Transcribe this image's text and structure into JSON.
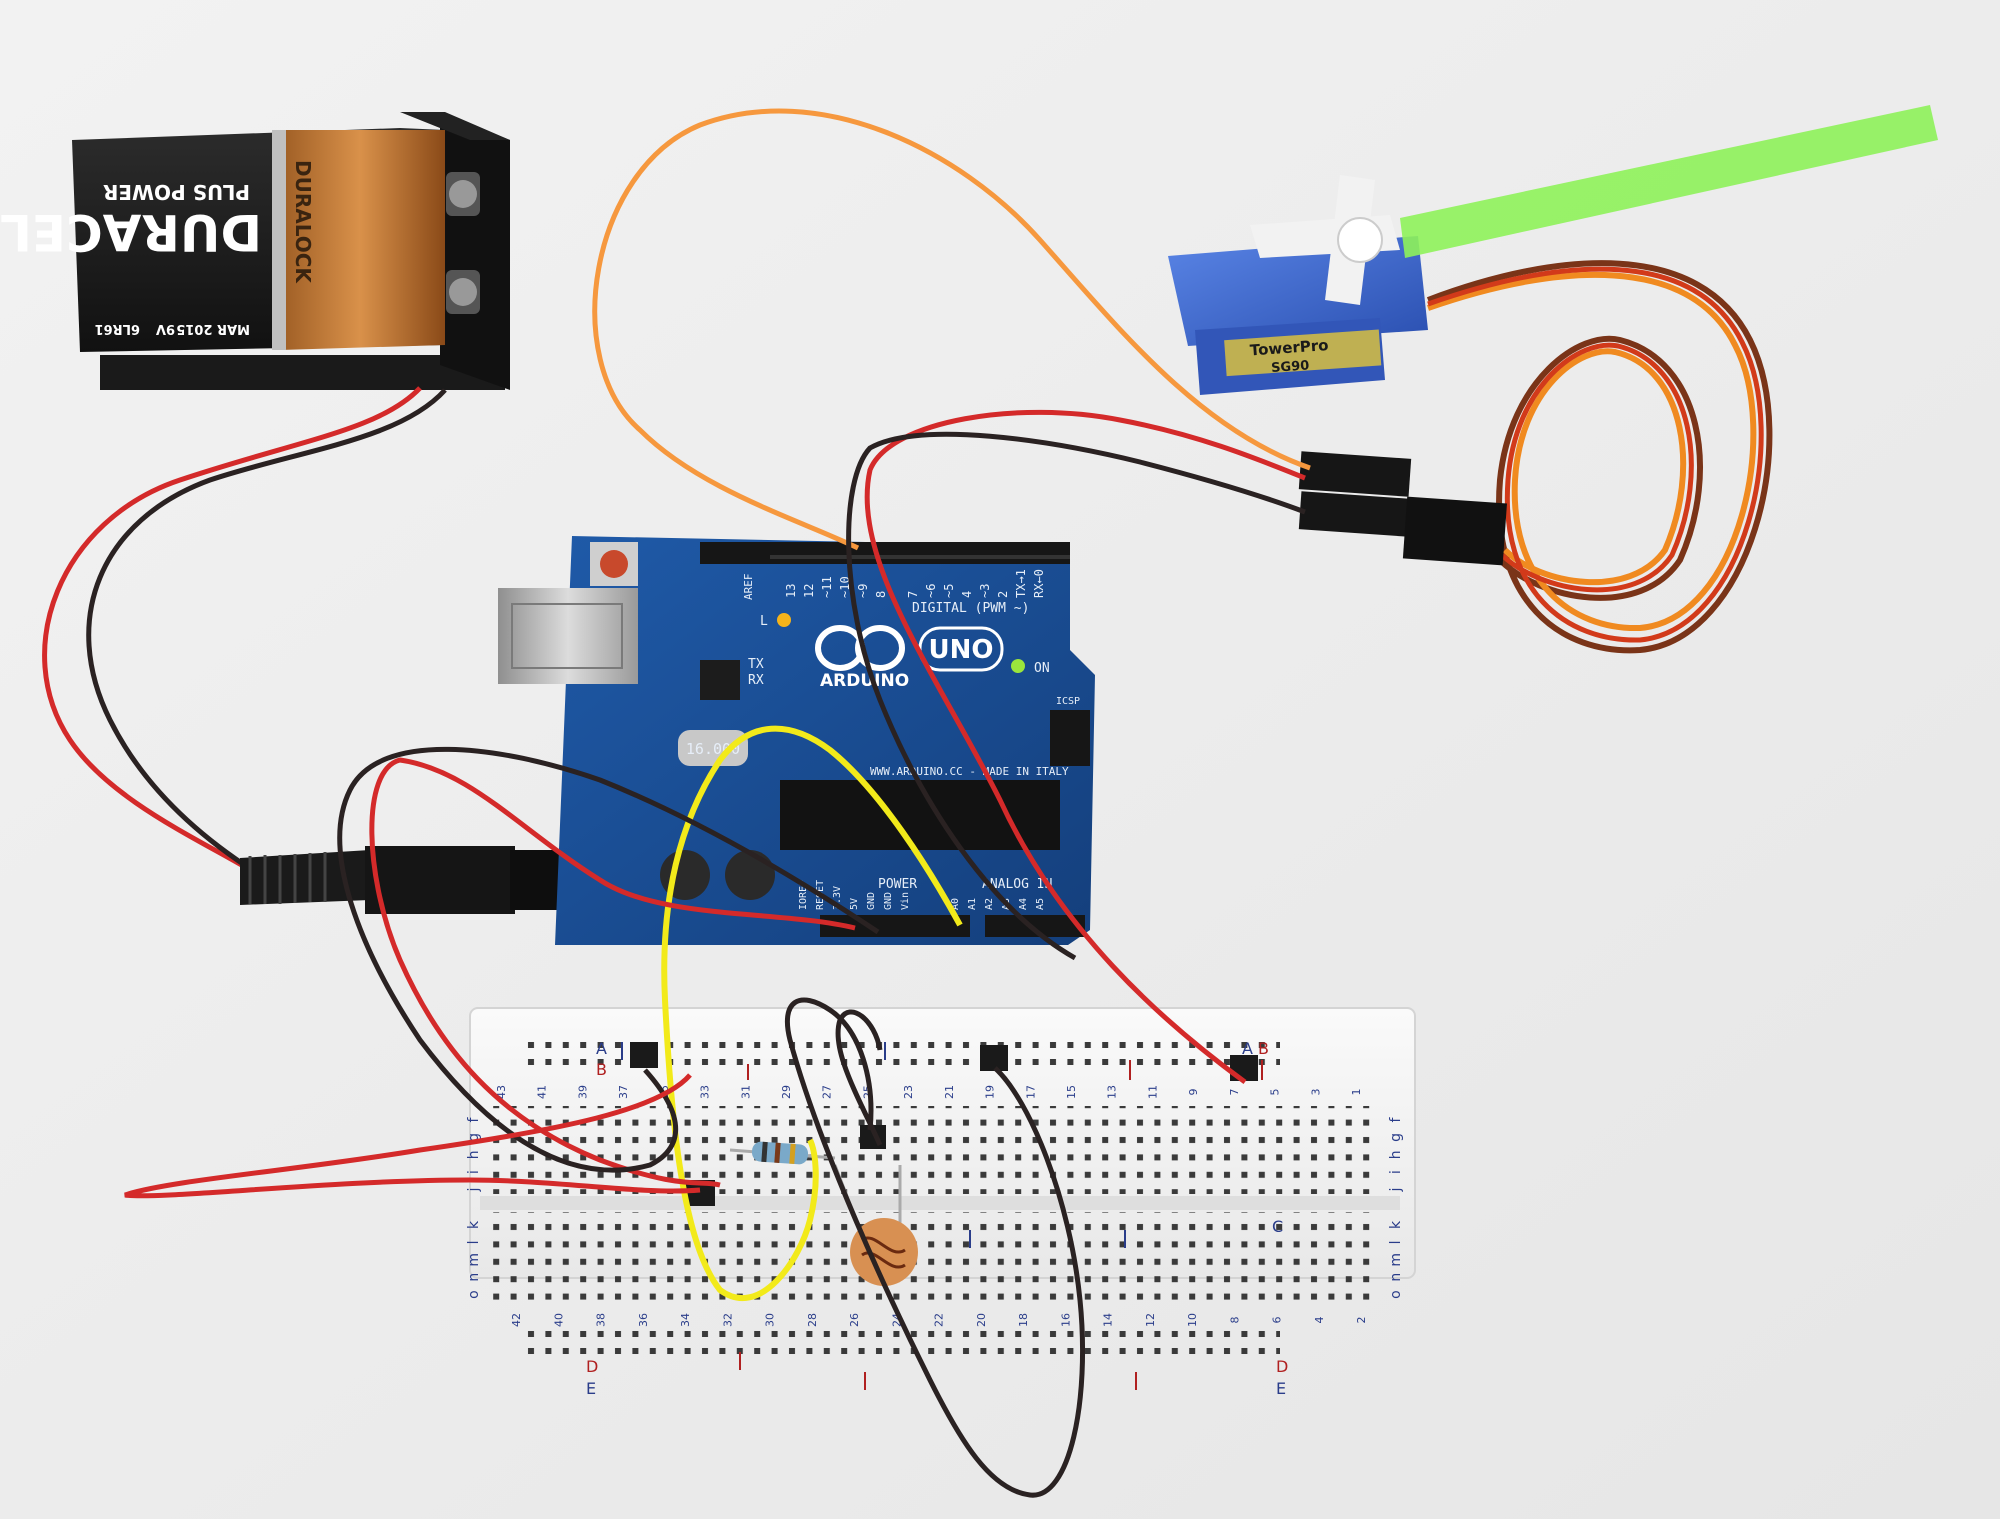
{
  "battery": {
    "brand": "DURACELL",
    "line": "PLUS POWER",
    "tech": "DURALOCK",
    "expiry": "MAR 2015",
    "type": "9V",
    "model": "6LR61"
  },
  "arduino": {
    "brand": "ARDUINO",
    "model": "UNO",
    "digital_label": "DIGITAL (PWM ~)",
    "made_in": "WWW.ARDUINO.CC - MADE IN ITALY",
    "power_label": "POWER",
    "analog_label": "ANALOG IN",
    "on_label": "ON",
    "l_label": "L",
    "tx_label": "TX",
    "rx_label": "RX",
    "icsp_label": "ICSP",
    "aref_label": "AREF",
    "crystal": "16.000",
    "pin_13": "13",
    "pin_12": "12",
    "pin_11": "~11",
    "pin_10": "~10",
    "pin_9": "~9",
    "pin_8": "8",
    "pin_7": "7",
    "pin_6": "~6",
    "pin_5": "~5",
    "pin_4": "4",
    "pin_3": "~3",
    "pin_2": "2",
    "pin_tx": "TX→1",
    "pin_rx": "RX←0",
    "pwr_ioref": "IOREF",
    "pwr_reset": "RESET",
    "pwr_33v": "3.3V",
    "pwr_5v": "5V",
    "pwr_gnd1": "GND",
    "pwr_gnd2": "GND",
    "pwr_vin": "Vin",
    "a0": "A0",
    "a1": "A1",
    "a2": "A2",
    "a3": "A3",
    "a4": "A4",
    "a5": "A5"
  },
  "breadboard": {
    "top_numbers": [
      "43",
      "41",
      "39",
      "37",
      "35",
      "33",
      "31",
      "29",
      "27",
      "25",
      "23",
      "21",
      "19",
      "17",
      "15",
      "13",
      "11",
      "9",
      "7",
      "5",
      "3",
      "1"
    ],
    "bottom_numbers": [
      "42",
      "40",
      "38",
      "36",
      "34",
      "32",
      "30",
      "28",
      "26",
      "24",
      "22",
      "20",
      "18",
      "16",
      "14",
      "12",
      "10",
      "8",
      "6",
      "4",
      "2"
    ],
    "letters_left": [
      "f",
      "g",
      "h",
      "i",
      "j",
      "k",
      "l",
      "m",
      "n",
      "o"
    ],
    "letters_right": [
      "f",
      "g",
      "h",
      "i",
      "j",
      "k",
      "l",
      "m",
      "n",
      "o"
    ],
    "rail_a": "A",
    "rail_b": "B",
    "rail_d": "D",
    "rail_e": "E",
    "rail_c": "C"
  },
  "servo": {
    "label": "TowerPro",
    "model": "SG90"
  },
  "colors": {
    "background": "#eeeeee",
    "arduino_blue": "#1a4f96",
    "wire_red": "#d42a2a",
    "wire_black": "#2a2222",
    "wire_yellow": "#f2ea1a",
    "wire_orange": "#f6983e",
    "servo_brown": "#7a3418",
    "servo_blue": "#3a63c9",
    "straw_green": "#8ef25a"
  }
}
